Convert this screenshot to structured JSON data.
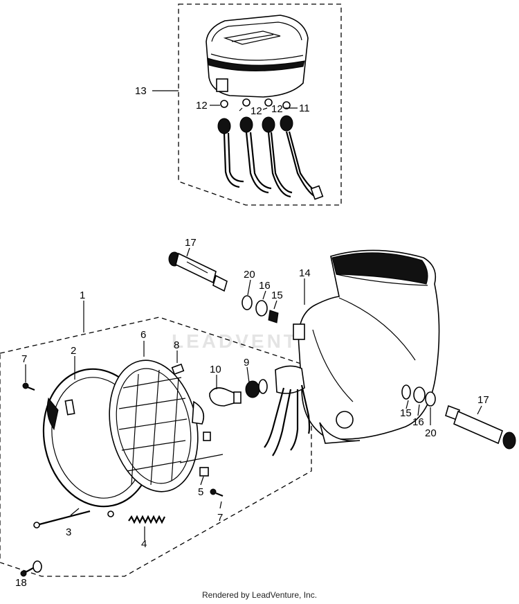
{
  "callouts": {
    "c1": "1",
    "c2": "2",
    "c3": "3",
    "c4": "4",
    "c5": "5",
    "c6": "6",
    "c7a": "7",
    "c7b": "7",
    "c8": "8",
    "c9": "9",
    "c10": "10",
    "c11": "11",
    "c12a": "12",
    "c12b": "12",
    "c12c": "12",
    "c13": "13",
    "c14": "14",
    "c15a": "15",
    "c15b": "15",
    "c16a": "16",
    "c16b": "16",
    "c17a": "17",
    "c17b": "17",
    "c18": "18",
    "c20a": "20",
    "c20b": "20"
  },
  "watermark": "LEADVENTURE",
  "footer": "Rendered by LeadVenture, Inc."
}
